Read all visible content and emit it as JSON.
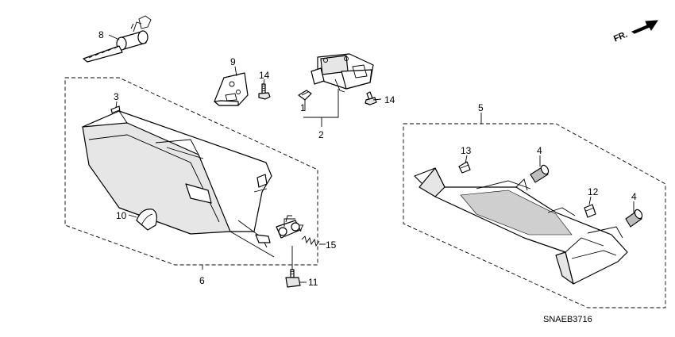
{
  "diagram_code": "SNAEB3716",
  "front_indicator": {
    "label": "FR.",
    "icon": "front-arrow-icon"
  },
  "callouts": {
    "c1": "1",
    "c2": "2",
    "c3": "3",
    "c4a": "4",
    "c4b": "4",
    "c5": "5",
    "c6": "6",
    "c7": "7",
    "c8": "8",
    "c9": "9",
    "c10": "10",
    "c11": "11",
    "c12": "12",
    "c13": "13",
    "c14a": "14",
    "c14b": "14",
    "c15": "15"
  }
}
